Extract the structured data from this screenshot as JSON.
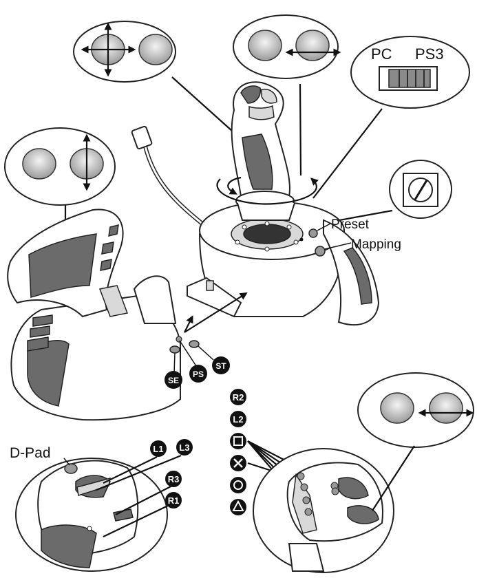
{
  "switch": {
    "left_label": "PC",
    "right_label": "PS3"
  },
  "base_buttons": {
    "preset_label": "Preset",
    "mapping_label": "Mapping"
  },
  "throttle_buttons": {
    "select": "SE",
    "ps": "PS",
    "start": "ST"
  },
  "left_hand": {
    "dpad_label": "D-Pad",
    "l1": "L1",
    "l3": "L3",
    "r3": "R3",
    "r1": "R1"
  },
  "right_column": {
    "r2": "R2",
    "l2": "L2"
  },
  "colors": {
    "outline": "#222222",
    "fill_dark": "#6b6b6b",
    "fill_light": "#d9d9d9",
    "badge": "#111111"
  }
}
